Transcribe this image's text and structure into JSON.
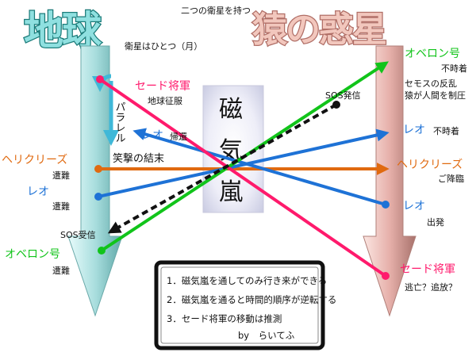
{
  "title_earth": "地球",
  "title_ape": "猿の惑星",
  "subtitle": "二つの衛星を持つ",
  "earth_note": "衛星はひとつ（月）",
  "storm_chars": [
    "磁",
    "気",
    "嵐"
  ],
  "parallel_label": "パラレル",
  "earth": {
    "sade": "セード将軍",
    "sade_action": "地球征服",
    "leo": "レオ",
    "leo_action": "帰還",
    "ending": "笑撃の結末",
    "heliclease": "ヘリクリーズ",
    "heliclease_action": "遭難",
    "leo2": "レオ",
    "leo2_action": "遭難",
    "sos": "SOS受信",
    "oberon": "オベロン号",
    "oberon_action": "遭難"
  },
  "ape": {
    "oberon": "オベロン号",
    "oberon_action": "不時着",
    "semos": [
      "セモスの反乱",
      "猿が人間を制圧"
    ],
    "sos": "SOS発信",
    "leo": "レオ",
    "leo_action": "不時着",
    "heliclease": "ヘリクリーズ",
    "heliclease_action": "ご降臨",
    "leo2": "レオ",
    "leo2_action": "出発",
    "sade": "セード将軍",
    "sade_action": "逃亡？追放？"
  },
  "notes": [
    "1．磁気嵐を通してのみ行き来ができる",
    "2．磁気嵐を通ると時間的順序が逆転する",
    "3．セード将軍の移動は推測"
  ],
  "author": "by　らいてふ",
  "colors": {
    "pink": "#ff1a6c",
    "green": "#11c41a",
    "blue": "#1e72d6",
    "orange": "#e06a10",
    "earth_arrow": "#a8dcdc",
    "ape_arrow": "#e6b0aa"
  }
}
